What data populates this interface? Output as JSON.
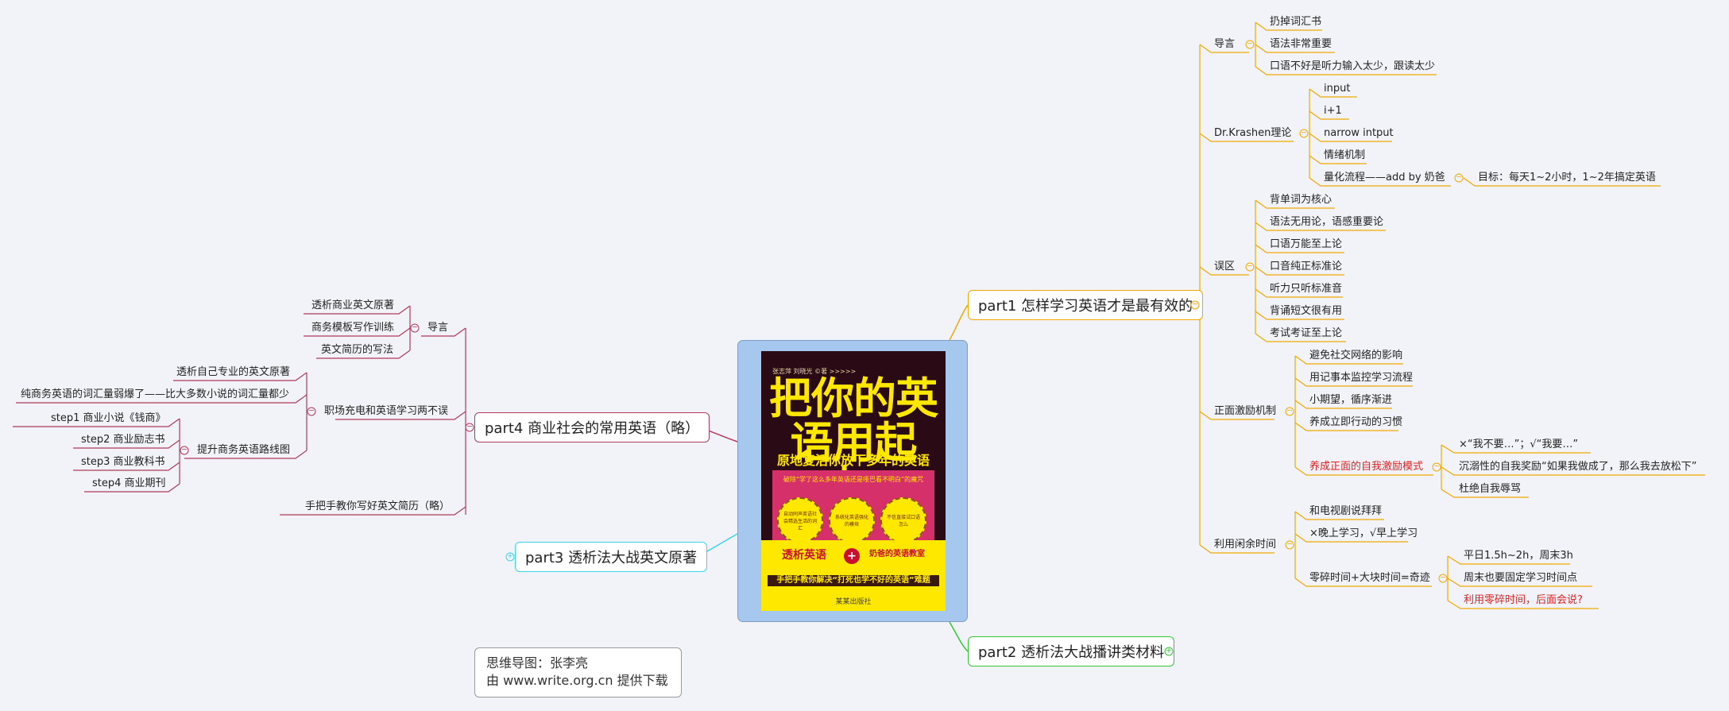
{
  "colors": {
    "background": "#f1f3f8",
    "part1": "#f2a800",
    "part2": "#34c734",
    "part3": "#3ad4e8",
    "part4": "#b03a5a",
    "highlight_red": "#e02020"
  },
  "center": {
    "cover_author": "张志萍 刘晓光 ©著 >>>>>",
    "cover_title": "把你的英语用起来!",
    "cover_subtitle": "原地复活你放下多年的英语",
    "cover_tagline": "破除“学了这么多年英语还是哑巴看不明白”的魔咒",
    "circle_texts": [
      "自动同声英语社会精选生活的词汇",
      "系统化英语强化的模块",
      "不信直接试口语怎么"
    ],
    "brand_left": "透析英语",
    "brand_right": "奶爸的英语教室",
    "cover_banner": "手把手教你解决“打死也学不好的英语”难题",
    "publisher": "某某出版社"
  },
  "part1": {
    "title": "part1 怎样学习英语才是最有效的",
    "groups": [
      {
        "label": "导言",
        "items": [
          "扔掉词汇书",
          "语法非常重要",
          "口语不好是听力输入太少，跟读太少"
        ]
      },
      {
        "label": "Dr.Krashen理论",
        "items": [
          "input",
          "i+1",
          "narrow intput",
          "情绪机制",
          "量化流程——add by 奶爸"
        ],
        "sub": "目标：每天1~2小时，1~2年搞定英语"
      },
      {
        "label": "误区",
        "items": [
          "背单词为核心",
          "语法无用论，语感重要论",
          "口语万能至上论",
          "口音纯正标准论",
          "听力只听标准音",
          "背诵短文很有用",
          "考试考证至上论"
        ]
      },
      {
        "label": "正面激励机制",
        "items": [
          "避免社交网络的影响",
          "用记事本监控学习流程",
          "小期望，循序渐进",
          "养成立即行动的习惯",
          "养成正面的自我激励模式"
        ],
        "sub_items": [
          "×“我不要…”；√“我要…”",
          "沉溺性的自我奖励“如果我做成了，那么我去放松下”",
          "杜绝自我辱骂"
        ]
      },
      {
        "label": "利用闲余时间",
        "items": [
          "和电视剧说拜拜",
          "×晚上学习，√早上学习",
          "零碎时间+大块时间=奇迹"
        ],
        "sub_items": [
          "平日1.5h~2h，周末3h",
          "周末也要固定学习时间点",
          "利用零碎时间，后面会说?"
        ]
      }
    ]
  },
  "part2": {
    "title": "part2 透析法大战播讲类材料"
  },
  "part3": {
    "title": "part3 透析法大战英文原著"
  },
  "part4": {
    "title": "part4 商业社会的常用英语（略）",
    "groups": [
      {
        "label": "导言",
        "items": [
          "透析商业英文原著",
          "商务模板写作训练",
          "英文简历的写法"
        ]
      },
      {
        "label": "职场充电和英语学习两不误",
        "items": [
          "透析自己专业的英文原著",
          "纯商务英语的词汇量弱爆了——比大多数小说的词汇量都少",
          "提升商务英语路线图"
        ],
        "sub_items": [
          "step1 商业小说《钱商》",
          "step2 商业励志书",
          "step3 商业教科书",
          "step4 商业期刊"
        ]
      },
      {
        "label": "手把手教你写好英文简历（略）"
      }
    ]
  },
  "footnote": {
    "line1": "思维导图：张李亮",
    "line2": "由 www.write.org.cn 提供下载"
  }
}
